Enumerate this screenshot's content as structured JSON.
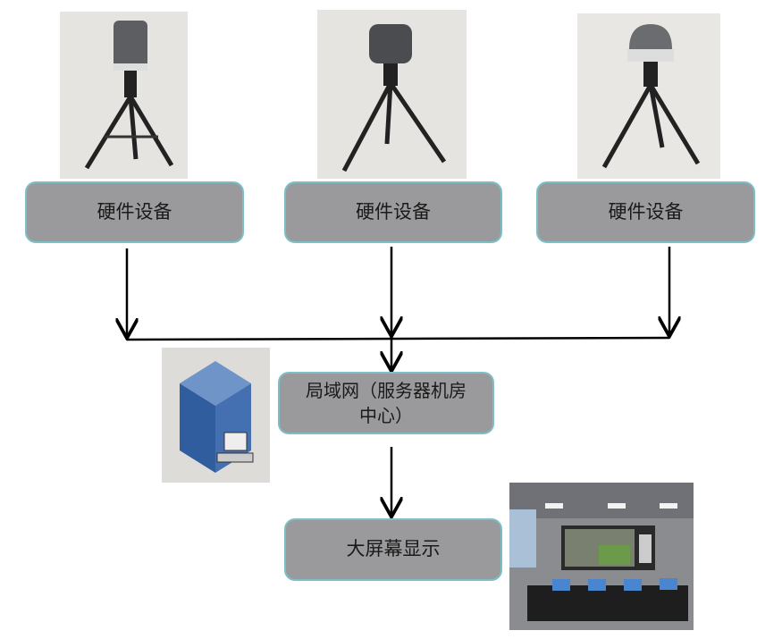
{
  "nodes": {
    "device1": "硬件设备",
    "device2": "硬件设备",
    "device3": "硬件设备",
    "lan": "局域网（服务器机房中心）",
    "display": "大屏幕显示"
  },
  "colors": {
    "node_fill": "#9a9a9c",
    "node_border": "#7cbfc6",
    "arrow": "#000000"
  }
}
